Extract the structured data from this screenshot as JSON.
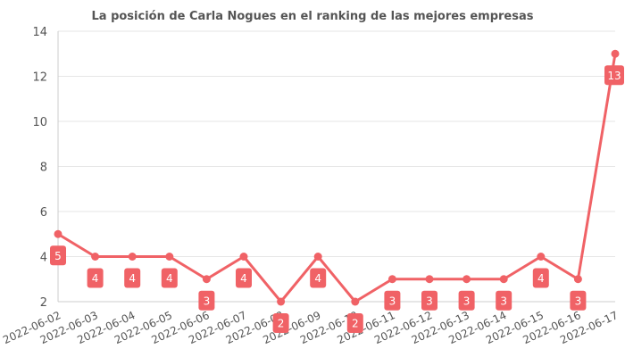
{
  "chart_data": {
    "type": "line",
    "title": "La posición de Carla Nogues en el ranking de las mejores empresas",
    "xlabel": "",
    "ylabel": "",
    "x": [
      "2022-06-02",
      "2022-06-03",
      "2022-06-04",
      "2022-06-05",
      "2022-06-06",
      "2022-06-07",
      "2022-06-08",
      "2022-06-09",
      "2022-06-10",
      "2022-06-11",
      "2022-06-12",
      "2022-06-13",
      "2022-06-14",
      "2022-06-15",
      "2022-06-16",
      "2022-06-17"
    ],
    "values": [
      5,
      4,
      4,
      4,
      3,
      4,
      2,
      4,
      2,
      3,
      3,
      3,
      3,
      4,
      3,
      13
    ],
    "ylim": [
      2,
      14
    ],
    "yticks": [
      2,
      4,
      6,
      8,
      10,
      12,
      14
    ],
    "grid": true,
    "line_color": "#f06266",
    "data_labels": true
  }
}
